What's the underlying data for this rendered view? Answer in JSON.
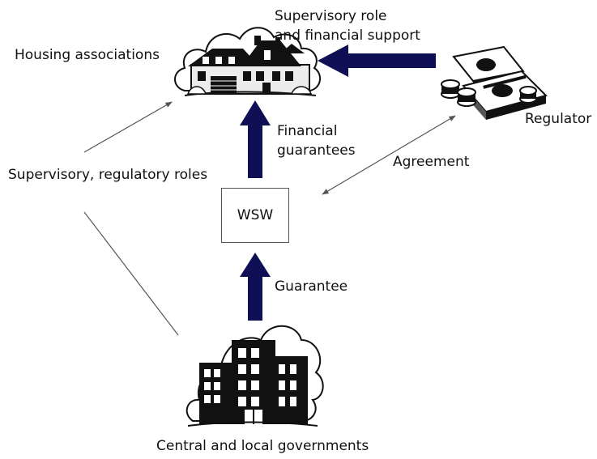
{
  "labels": {
    "housing": "Housing associations",
    "supervisory_role": "Supervisory role",
    "financial_support": "and financial support",
    "regulator": "Regulator",
    "financial": "Financial",
    "guarantees": "guarantees",
    "agreement": "Agreement",
    "supervisory_regulatory": "Supervisory, regulatory roles",
    "wsw": "WSW",
    "guarantee": "Guarantee",
    "governments": "Central and local governments"
  },
  "colors": {
    "block_arrow": "#0f0f55",
    "thin_line": "#555555"
  },
  "icons": [
    "house-icon",
    "money-stack-icon",
    "office-buildings-icon"
  ]
}
